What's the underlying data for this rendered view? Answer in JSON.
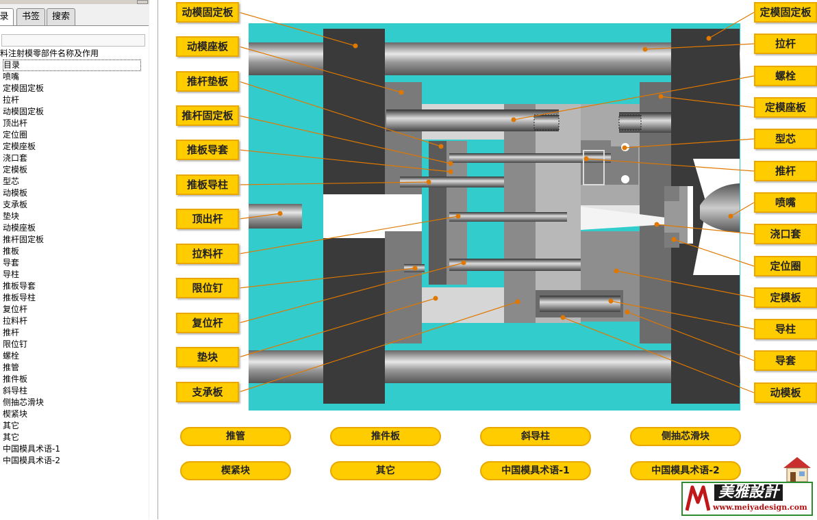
{
  "sidebar": {
    "tabs": [
      {
        "label": "录",
        "active": true
      },
      {
        "label": "书签",
        "active": false
      },
      {
        "label": "搜索",
        "active": false
      }
    ],
    "tree_root": "料注射模零部件名称及作用",
    "toc_items": [
      "目录",
      "喷嘴",
      "定模固定板",
      "拉杆",
      "动模固定板",
      "顶出杆",
      "定位圈",
      "定模座板",
      "浇口套",
      "定模板",
      "型芯",
      "动模板",
      "支承板",
      "垫块",
      "动模座板",
      "推杆固定板",
      "推板",
      "导套",
      "导柱",
      "推板导套",
      "推板导柱",
      "复位杆",
      "拉料杆",
      "推杆",
      "限位钉",
      "螺栓",
      "推管",
      "推件板",
      "斜导柱",
      "侧抽芯滑块",
      "楔紧块",
      "其它",
      "其它",
      "中国模具术语-1",
      "中国模具术语-2"
    ]
  },
  "diagram": {
    "left_labels": [
      "动模固定板",
      "动模座板",
      "推杆垫板",
      "推杆固定板",
      "推板导套",
      "推板导柱",
      "顶出杆",
      "拉料杆",
      "限位钉",
      "复位杆",
      "垫块",
      "支承板"
    ],
    "right_labels": [
      "定模固定板",
      "拉杆",
      "螺栓",
      "定模座板",
      "型芯",
      "推杆",
      "喷嘴",
      "浇口套",
      "定位圈",
      "定模板",
      "导柱",
      "导套",
      "动模板"
    ],
    "colors": {
      "label_fill": "#FFCC00",
      "label_border": "#E9A700",
      "leader_line": "#E07800",
      "background": "#33CCCC"
    }
  },
  "nav_buttons": [
    "推管",
    "推件板",
    "斜导柱",
    "侧抽芯滑块",
    "楔紧块",
    "其它",
    "中国模具术语-1",
    "中国模具术语-2"
  ],
  "logo": {
    "name": "美雅設計",
    "url": "www.meiyadesign.com"
  }
}
